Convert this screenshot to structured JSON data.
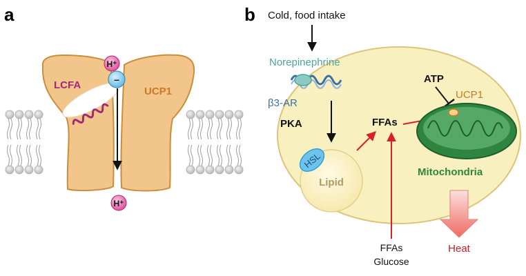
{
  "colors": {
    "protein_fill": "#f2c58a",
    "protein_stroke": "#c98e3c",
    "membrane_head": "#c9c9c9",
    "cell_fill": "#f9f0bf",
    "cell_stroke": "#dcc47a",
    "red_arrow": "#d9202a",
    "mito_green": "#2e8540",
    "receptor_blue": "#3b6fa6",
    "hsl_blue": "#2f9fd8",
    "proton_pink": "#e0479a",
    "lcfa_purple": "#a3287b",
    "ucp1_orange": "#c87c22",
    "norepi_teal": "#4fa39b"
  },
  "panel_a": {
    "label": "a",
    "lcfa": "LCFA",
    "ucp1": "UCP1",
    "proton_top": "H⁺",
    "proton_bottom": "H⁺",
    "anion": "–"
  },
  "panel_b": {
    "label": "b",
    "stimulus": "Cold, food intake",
    "norepinephrine": "Norepinephrine",
    "receptor": "β3-AR",
    "pka": "PKA",
    "hsl": "HSL",
    "lipid": "Lipid",
    "ffas": "FFAs",
    "atp": "ATP",
    "ucp1": "UCP1",
    "mitochondria": "Mitochondria",
    "input_line1": "FFAs",
    "input_line2": "Glucose",
    "heat": "Heat"
  }
}
